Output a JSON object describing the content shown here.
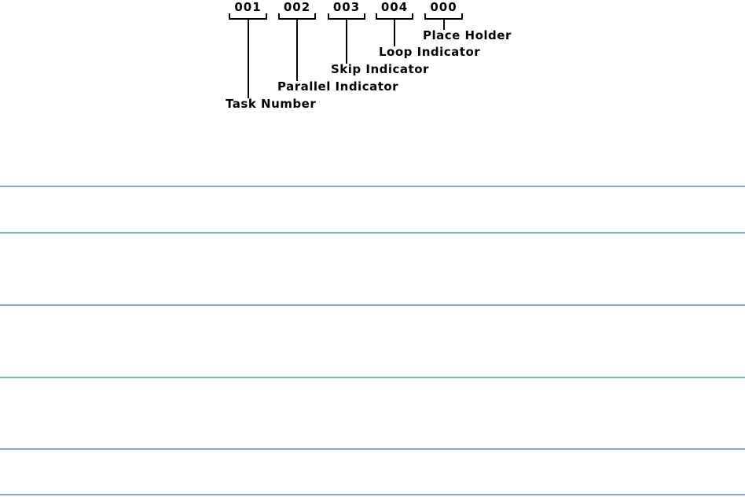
{
  "diagram": {
    "description": "task-number-format-legend",
    "fields": [
      {
        "code": "001",
        "label": "Task Number"
      },
      {
        "code": "002",
        "label": "Parallel Indicator"
      },
      {
        "code": "003",
        "label": "Skip Indicator"
      },
      {
        "code": "004",
        "label": "Loop Indicator"
      },
      {
        "code": "000",
        "label": "Place Holder"
      }
    ]
  },
  "colors": {
    "background": "#FFFFFF",
    "text": "#000000",
    "diagram_line": "#000000",
    "separator": "#7FAFC1"
  }
}
